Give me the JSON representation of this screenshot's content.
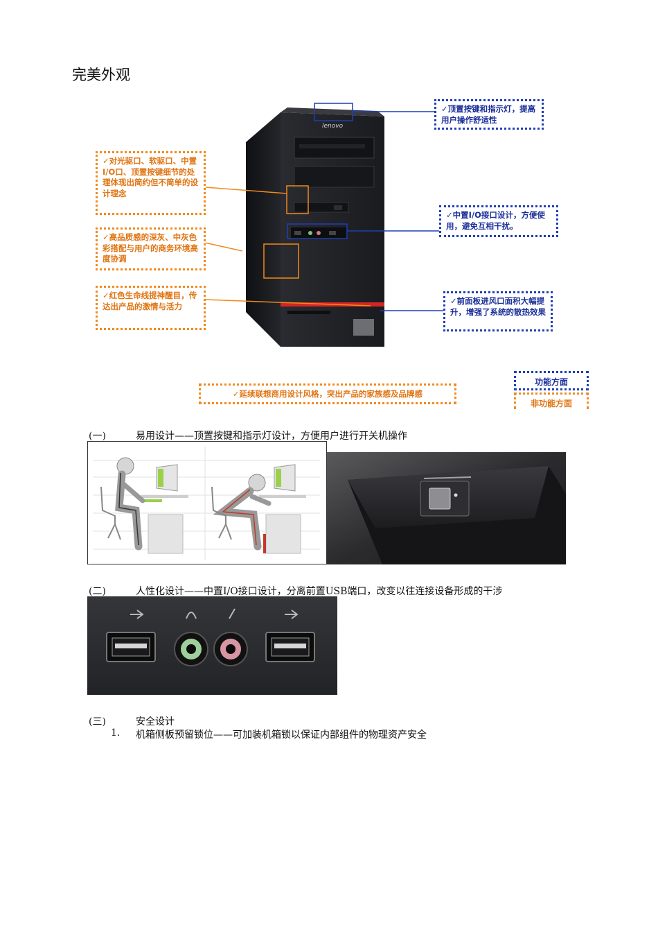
{
  "heading": "完美外观",
  "callouts": {
    "top_button": "✓顶置按键和指示灯，提高用户操作舒适性",
    "optical_drive": "✓对光驱口、软驱口、中置I/O口、顶置按键细节的处理体现出简约但不简单的设计理念",
    "color": "✓高品质感的深灰、中灰色彩搭配与用户的商务环境高度协调",
    "red_line": "✓红色生命线提神醒目，传达出产品的激情与活力",
    "io_port": "✓中置I/O接口设计，方便使用，避免互相干扰。",
    "vent": "✓前面板进风口面积大幅提升，增强了系统的散热效果",
    "style": "✓延续联想商用设计风格，突出产品的家族感及品牌感"
  },
  "legend": {
    "functional": "功能方面",
    "non_functional": "非功能方面"
  },
  "pc_brand": "lenovo",
  "sections": [
    {
      "num": "(一)",
      "text": "易用设计——顶置按键和指示灯设计，方便用户进行开关机操作"
    },
    {
      "num": "(二)",
      "text": "人性化设计——中置I/O接口设计，分离前置USB端口，改变以往连接设备形成的干涉"
    },
    {
      "num": "(三)",
      "text": "安全设计"
    }
  ],
  "list_item": {
    "num": "1.",
    "text": "机箱侧板预留锁位——可加装机箱锁以保证内部组件的物理资产安全"
  },
  "colors": {
    "orange": "#f08a1c",
    "blue": "#1f3fb5",
    "case": "#1c1d21"
  }
}
